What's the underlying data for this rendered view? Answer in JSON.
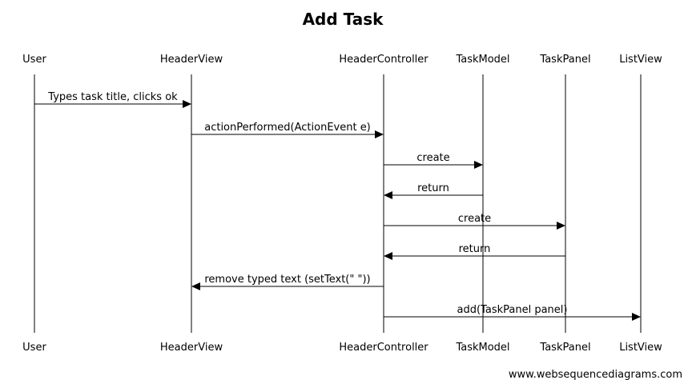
{
  "title": "Add Task",
  "participants": [
    "User",
    "HeaderView",
    "HeaderController",
    "TaskModel",
    "TaskPanel",
    "ListView"
  ],
  "messages": [
    {
      "from": "User",
      "to": "HeaderView",
      "label": "Types task title, clicks ok"
    },
    {
      "from": "HeaderView",
      "to": "HeaderController",
      "label": "actionPerformed(ActionEvent e)"
    },
    {
      "from": "HeaderController",
      "to": "TaskModel",
      "label": "create"
    },
    {
      "from": "TaskModel",
      "to": "HeaderController",
      "label": "return"
    },
    {
      "from": "HeaderController",
      "to": "TaskPanel",
      "label": "create"
    },
    {
      "from": "TaskPanel",
      "to": "HeaderController",
      "label": "return"
    },
    {
      "from": "HeaderController",
      "to": "HeaderView",
      "label": "remove typed text (setText(\" \"))"
    },
    {
      "from": "HeaderController",
      "to": "ListView",
      "label": "add(TaskPanel panel)"
    }
  ],
  "watermark": "www.websequencediagrams.com"
}
